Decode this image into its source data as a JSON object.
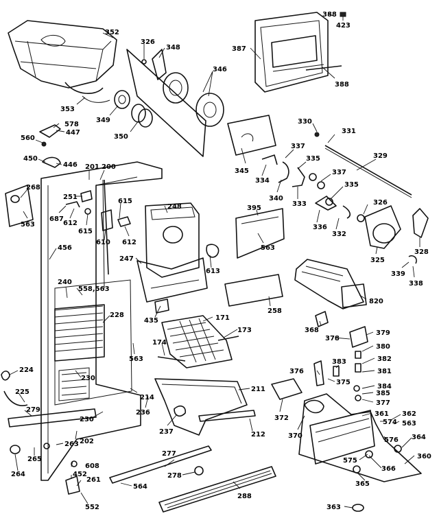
{
  "labels": [
    {
      "id": "l352",
      "text": "352"
    },
    {
      "id": "l326a",
      "text": "326"
    },
    {
      "id": "l348",
      "text": "348"
    },
    {
      "id": "l346",
      "text": "346"
    },
    {
      "id": "l353",
      "text": "353"
    },
    {
      "id": "l349",
      "text": "349"
    },
    {
      "id": "l350",
      "text": "350"
    },
    {
      "id": "l578",
      "text": "578"
    },
    {
      "id": "l447",
      "text": "447"
    },
    {
      "id": "l560",
      "text": "560"
    },
    {
      "id": "l450",
      "text": "450"
    },
    {
      "id": "l446",
      "text": "446"
    },
    {
      "id": "l201",
      "text": "201"
    },
    {
      "id": "l200",
      "text": "200"
    },
    {
      "id": "l268",
      "text": "268"
    },
    {
      "id": "l563a",
      "text": "563"
    },
    {
      "id": "l251",
      "text": "251"
    },
    {
      "id": "l687",
      "text": "687"
    },
    {
      "id": "l612a",
      "text": "612"
    },
    {
      "id": "l615a",
      "text": "615"
    },
    {
      "id": "l615b",
      "text": "615"
    },
    {
      "id": "l610",
      "text": "610"
    },
    {
      "id": "l612b",
      "text": "612"
    },
    {
      "id": "l248",
      "text": "248"
    },
    {
      "id": "l456",
      "text": "456"
    },
    {
      "id": "l247",
      "text": "247"
    },
    {
      "id": "l613",
      "text": "613"
    },
    {
      "id": "l240",
      "text": "240"
    },
    {
      "id": "l558",
      "text": "558,563"
    },
    {
      "id": "l228",
      "text": "228"
    },
    {
      "id": "l435",
      "text": "435"
    },
    {
      "id": "l224",
      "text": "224"
    },
    {
      "id": "l230a",
      "text": "230"
    },
    {
      "id": "l225",
      "text": "225"
    },
    {
      "id": "l214",
      "text": "214"
    },
    {
      "id": "l279",
      "text": "279"
    },
    {
      "id": "l230b",
      "text": "230"
    },
    {
      "id": "l202",
      "text": "202"
    },
    {
      "id": "l263",
      "text": "263"
    },
    {
      "id": "l265",
      "text": "265"
    },
    {
      "id": "l264",
      "text": "264"
    },
    {
      "id": "l608",
      "text": "608"
    },
    {
      "id": "l452",
      "text": "452"
    },
    {
      "id": "l261",
      "text": "261"
    },
    {
      "id": "l552",
      "text": "552"
    },
    {
      "id": "l174",
      "text": "174"
    },
    {
      "id": "l563b",
      "text": "563"
    },
    {
      "id": "l171",
      "text": "171"
    },
    {
      "id": "l173",
      "text": "173"
    },
    {
      "id": "l211",
      "text": "211"
    },
    {
      "id": "l236",
      "text": "236"
    },
    {
      "id": "l237",
      "text": "237"
    },
    {
      "id": "l212",
      "text": "212"
    },
    {
      "id": "l277",
      "text": "277"
    },
    {
      "id": "l278",
      "text": "278"
    },
    {
      "id": "l564",
      "text": "564"
    },
    {
      "id": "l288",
      "text": "288"
    },
    {
      "id": "l387",
      "text": "387"
    },
    {
      "id": "l388a",
      "text": "388"
    },
    {
      "id": "l423",
      "text": "423"
    },
    {
      "id": "l388b",
      "text": "388"
    },
    {
      "id": "l330",
      "text": "330"
    },
    {
      "id": "l331",
      "text": "331"
    },
    {
      "id": "l345",
      "text": "345"
    },
    {
      "id": "l337a",
      "text": "337"
    },
    {
      "id": "l335a",
      "text": "335"
    },
    {
      "id": "l329",
      "text": "329"
    },
    {
      "id": "l334",
      "text": "334"
    },
    {
      "id": "l340",
      "text": "340"
    },
    {
      "id": "l333",
      "text": "333"
    },
    {
      "id": "l337b",
      "text": "337"
    },
    {
      "id": "l335b",
      "text": "335"
    },
    {
      "id": "l326b",
      "text": "326"
    },
    {
      "id": "l395a",
      "text": "395"
    },
    {
      "id": "l563c",
      "text": "563"
    },
    {
      "id": "l336",
      "text": "336"
    },
    {
      "id": "l332",
      "text": "332"
    },
    {
      "id": "l325",
      "text": "325"
    },
    {
      "id": "l328",
      "text": "328"
    },
    {
      "id": "l339",
      "text": "339"
    },
    {
      "id": "l338",
      "text": "338"
    },
    {
      "id": "l258",
      "text": "258"
    },
    {
      "id": "l820",
      "text": "820"
    },
    {
      "id": "l368",
      "text": "368"
    },
    {
      "id": "l378",
      "text": "378"
    },
    {
      "id": "l379",
      "text": "379"
    },
    {
      "id": "l380",
      "text": "380"
    },
    {
      "id": "l382",
      "text": "382"
    },
    {
      "id": "l381",
      "text": "381"
    },
    {
      "id": "l376",
      "text": "376"
    },
    {
      "id": "l383",
      "text": "383"
    },
    {
      "id": "l375",
      "text": "375"
    },
    {
      "id": "l384",
      "text": "384"
    },
    {
      "id": "l385",
      "text": "385"
    },
    {
      "id": "l377",
      "text": "377"
    },
    {
      "id": "l372",
      "text": "372"
    },
    {
      "id": "l361",
      "text": "361"
    },
    {
      "id": "l362",
      "text": "362"
    },
    {
      "id": "l370",
      "text": "370"
    },
    {
      "id": "l574",
      "text": "574"
    },
    {
      "id": "l563d",
      "text": "563"
    },
    {
      "id": "l576",
      "text": "576"
    },
    {
      "id": "l364",
      "text": "364"
    },
    {
      "id": "l575",
      "text": "575"
    },
    {
      "id": "l360",
      "text": "360"
    },
    {
      "id": "l366",
      "text": "366"
    },
    {
      "id": "l365",
      "text": "365"
    },
    {
      "id": "l363",
      "text": "363"
    }
  ]
}
